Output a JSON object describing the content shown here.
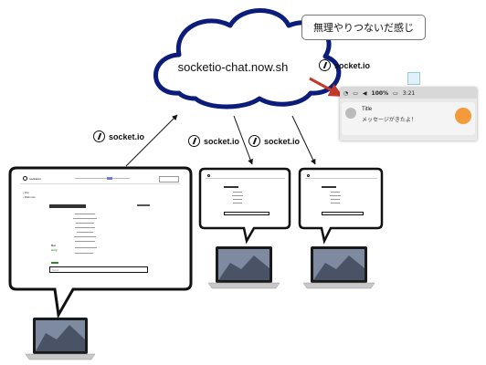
{
  "cloud_label": "socketio-chat.now.sh",
  "socketio_labels": [
    "socket.io",
    "socket.io",
    "socket.io",
    "socket.io"
  ],
  "callout_text": "無理やりつないだ感じ",
  "notification": {
    "clock": "3:21",
    "battery": "100%",
    "title": "Title",
    "message": "メッセージがきたよ！"
  },
  "main_screen": {
    "brand": "socket.io",
    "list_items": [
      "• Dai",
      "• Mikimoto"
    ],
    "chat_names": [
      "Dai",
      "Amy"
    ],
    "input_placeholder": "Send"
  },
  "colors": {
    "cloud_stroke": "#0c1c7a",
    "red_arrow": "#c0392b",
    "bubble_border": "#111111"
  }
}
